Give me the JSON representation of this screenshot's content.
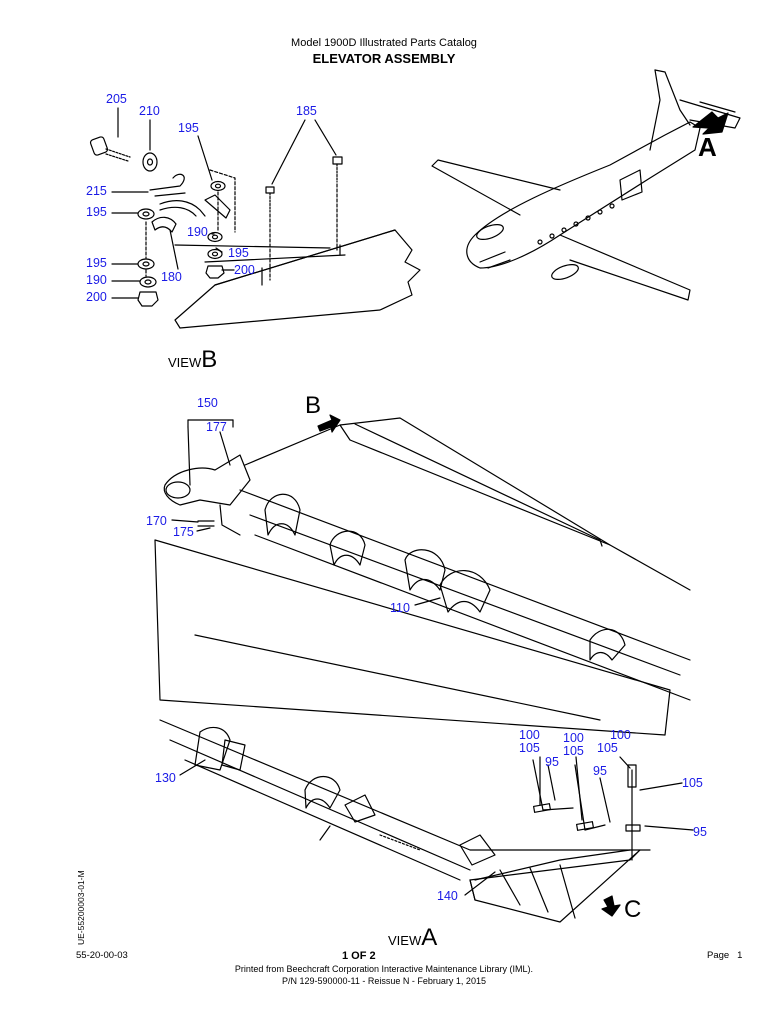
{
  "header": {
    "subtitle": "Model 1900D Illustrated Parts Catalog",
    "title": "ELEVATOR ASSEMBLY"
  },
  "view_b": {
    "label_word": "VIEW",
    "label_letter": "B",
    "callouts": {
      "c205": "205",
      "c210": "210",
      "c195_top": "195",
      "c185": "185",
      "c215": "215",
      "c195_left": "195",
      "c190_mid": "190",
      "c195_mid": "195",
      "c200_mid": "200",
      "c195_low": "195",
      "c180": "180",
      "c190_low": "190",
      "c200_low": "200"
    }
  },
  "aircraft": {
    "arrow_letter": "A"
  },
  "view_a": {
    "label_word": "VIEW",
    "label_letter": "A",
    "arrow_b": "B",
    "arrow_c": "C",
    "callouts": {
      "c150": "150",
      "c177": "177",
      "c170": "170",
      "c175": "175",
      "c110": "110",
      "c130": "130",
      "c140": "140",
      "c100_a": "100",
      "c105_a": "105",
      "c100_b": "100",
      "c105_b": "105",
      "c100_c": "100",
      "c105_c": "105",
      "c95_a": "95",
      "c95_b": "95",
      "c105_d": "105",
      "c95_c": "95"
    }
  },
  "footer": {
    "doc_code": "55-20-00-03",
    "sheet": "1 OF 2",
    "page_label": "Page",
    "page_number": "1",
    "printed_from": "Printed from Beechcraft Corporation Interactive Maintenance Library (IML).",
    "part_number": "P/N 129-590000-11 - Reissue N - February 1, 2015",
    "side_code": "UE-55200003-01-M"
  }
}
